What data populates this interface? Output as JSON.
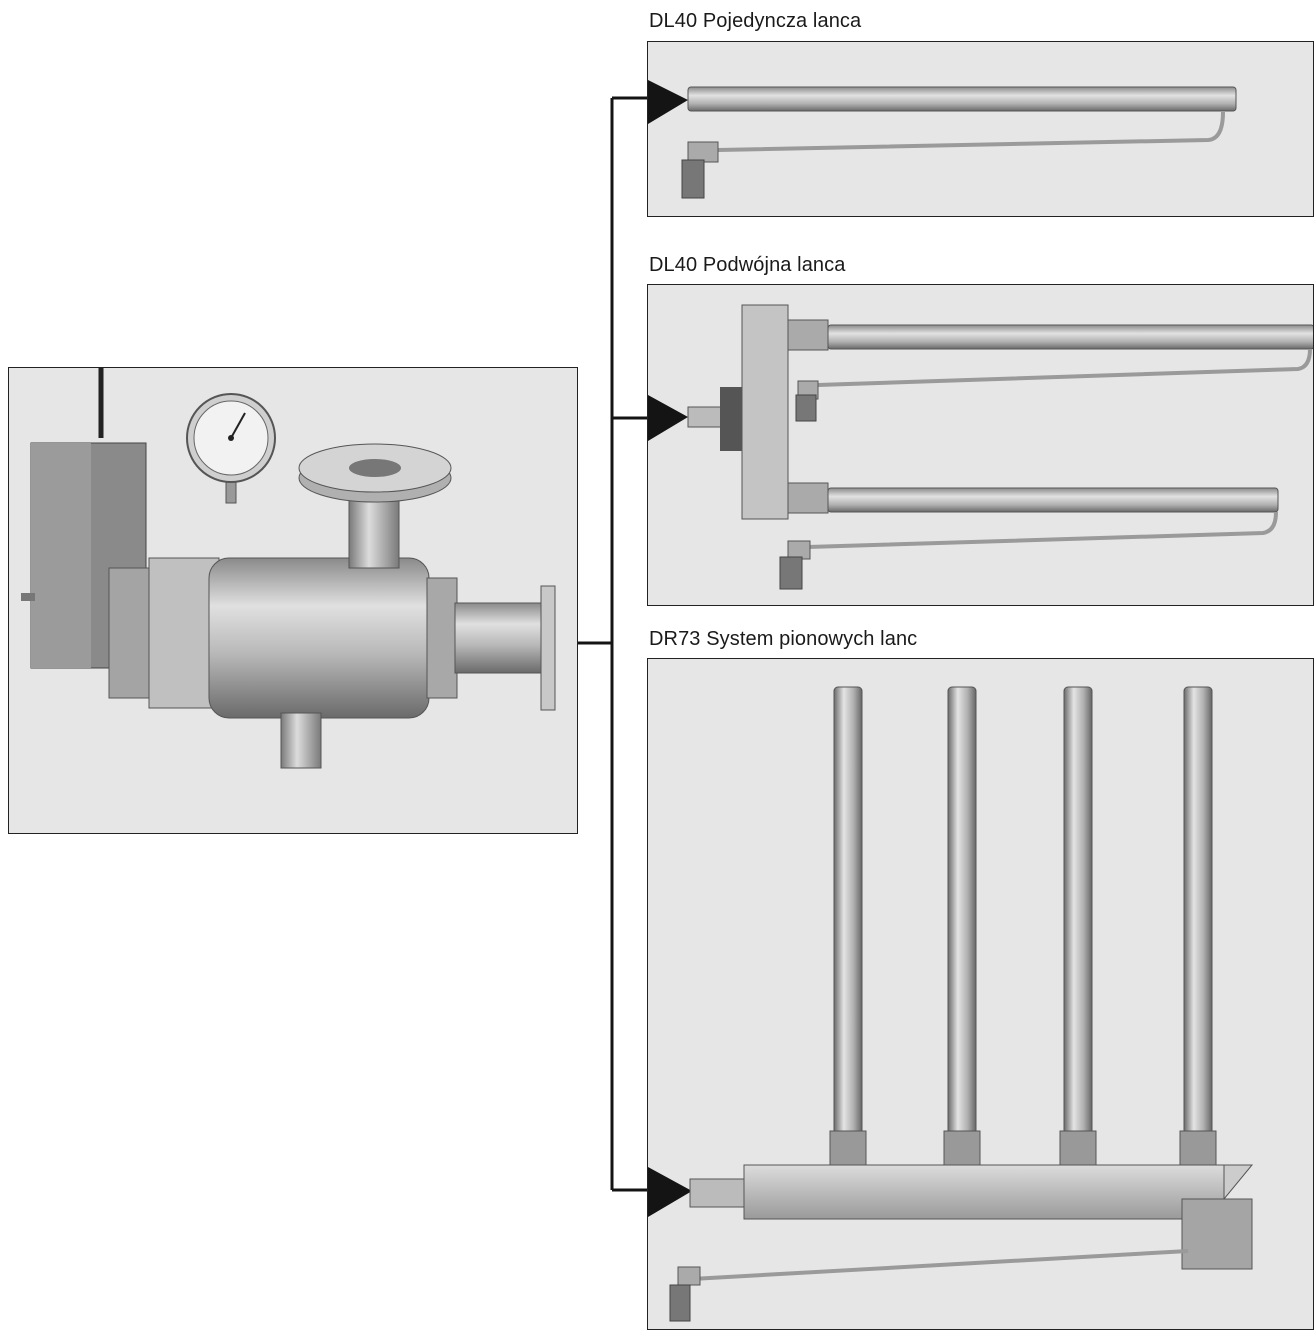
{
  "captions": {
    "single_lance": "DL40 Pojedyncza lanca",
    "double_lance": "DL40 Podwójna lanca",
    "vertical_system": "DR73 System pionowych lanc"
  },
  "colors": {
    "panel_bg": "#e6e6e6",
    "connector": "#141414",
    "metal_light": "#d4d4d4",
    "metal_dark": "#7a7a7a"
  },
  "icons": {
    "arrow": "triangle-right",
    "gauge": "pressure-gauge"
  }
}
